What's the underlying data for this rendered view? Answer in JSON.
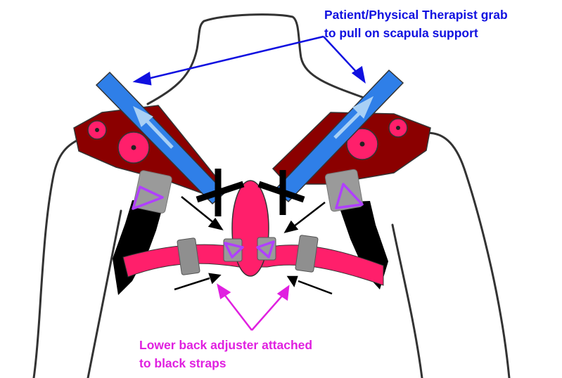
{
  "annotations": {
    "top_line1": "Patient/Physical Therapist grab",
    "top_line2": "to pull on scapula support",
    "bottom_line1": "Lower back adjuster attached",
    "bottom_line2": "to black straps"
  },
  "colors": {
    "top_annotation": "#1010e0",
    "bottom_annotation": "#e020e0",
    "outline": "#333333",
    "shoulder_pad": "#8b0000",
    "strap_pink": "#ff1f6b",
    "handle_blue": "#2f7fe8",
    "handle_arrow": "#a8d0f5",
    "black_strap": "#000000",
    "buckle_gray": "#999999",
    "triangle_purple": "#b040ff"
  },
  "icons": [
    "body-outline",
    "shoulder-pad",
    "pull-handle",
    "lower-back-adjuster",
    "x-mark",
    "buckle",
    "triangle-marker"
  ]
}
